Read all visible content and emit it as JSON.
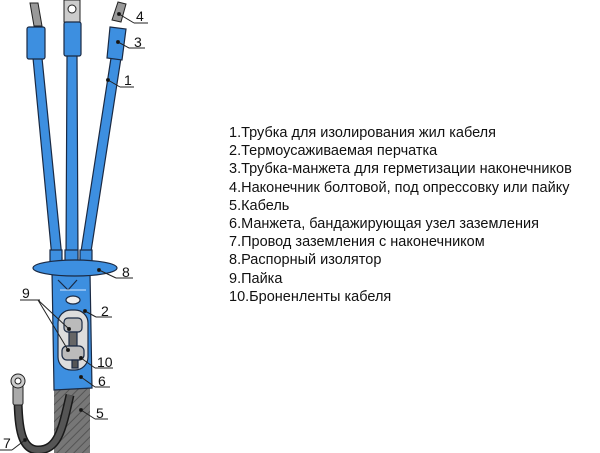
{
  "colors": {
    "tube": "#3d8fe0",
    "outline": "#1a2a44",
    "cable": "#6a6a6a",
    "metal": "#bfbfbf"
  },
  "callouts": {
    "c1": "1",
    "c2": "2",
    "c3": "3",
    "c4": "4",
    "c5": "5",
    "c6": "6",
    "c7": "7",
    "c8": "8",
    "c9": "9",
    "c10": "10"
  },
  "legend": [
    "1.Трубка для изолирования жил кабеля",
    "2.Термоусаживаемая перчатка",
    "3.Трубка-манжета для герметизации наконечников",
    "4.Наконечник болтовой, под опрессовку или пайку",
    "5.Кабель",
    "6.Манжета, бандажирующая узел заземления",
    "7.Провод заземления с наконечником",
    "8.Распорный изолятор",
    "9.Пайка",
    "10.Броненленты кабеля"
  ]
}
